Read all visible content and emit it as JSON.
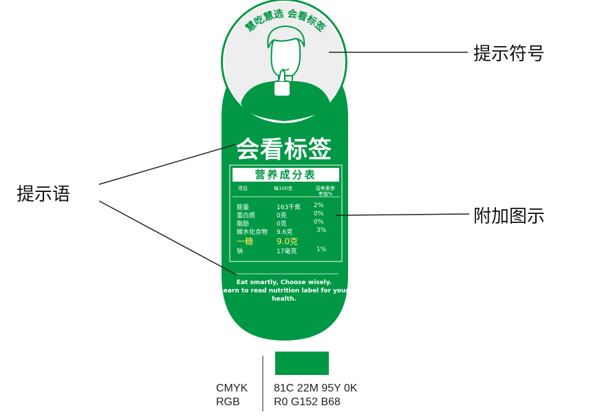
{
  "label": {
    "badge_text": "慧吃慧选  会看标签",
    "main_title": "会看标签",
    "table_title": "营养成分表",
    "headers": [
      "项目",
      "每100克",
      "营养素参考值%"
    ],
    "rows": [
      [
        "能量",
        "163千焦",
        "2%"
      ],
      [
        "蛋白质",
        "0克",
        "0%"
      ],
      [
        "脂肪",
        "0克",
        "0%"
      ],
      [
        "碳水化合物",
        "9.6克",
        "3%"
      ],
      [
        "一糖",
        "9.0克",
        ""
      ],
      [
        "钠",
        "17毫克",
        "1%"
      ]
    ],
    "slogan_line1": "Eat smartly, Choose wisely.",
    "slogan_line2": "Learn to read nutrition label for your health."
  },
  "callouts": {
    "symbol": "提示符号",
    "phrase": "提示语",
    "figure": "附加图示"
  },
  "color_spec": {
    "swatch_color": "#009844",
    "model1": "CMYK",
    "model2": "RGB",
    "value1": "81C 22M 95Y 0K",
    "value2": "R0 G152 B68"
  },
  "colors": {
    "brand_green": "#009844",
    "badge_bg": "#eeeeee",
    "highlight": "#ffef5a"
  }
}
